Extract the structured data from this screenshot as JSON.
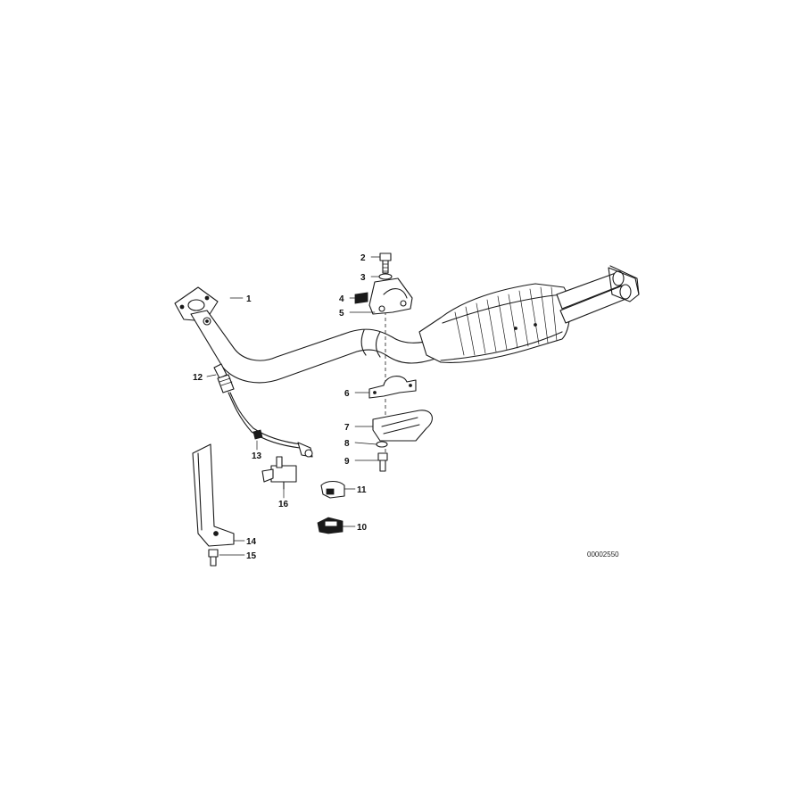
{
  "diagram": {
    "reference_number": "00002550",
    "parts": [
      {
        "number": "1"
      },
      {
        "number": "2"
      },
      {
        "number": "3"
      },
      {
        "number": "4"
      },
      {
        "number": "5"
      },
      {
        "number": "6"
      },
      {
        "number": "7"
      },
      {
        "number": "8"
      },
      {
        "number": "9"
      },
      {
        "number": "10"
      },
      {
        "number": "11"
      },
      {
        "number": "12"
      },
      {
        "number": "13"
      },
      {
        "number": "14"
      },
      {
        "number": "15"
      },
      {
        "number": "16"
      }
    ]
  }
}
